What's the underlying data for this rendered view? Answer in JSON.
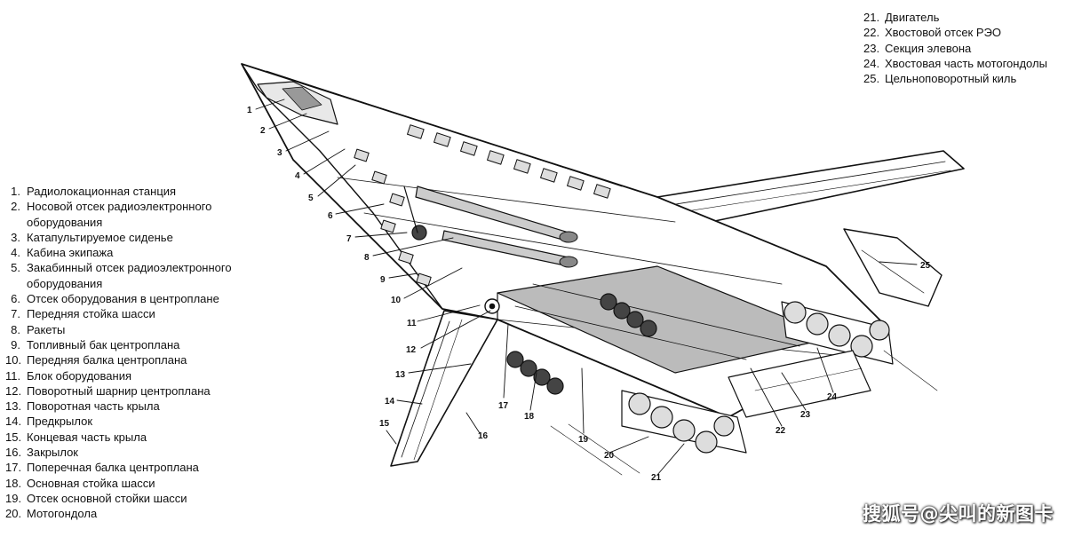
{
  "legend_left": [
    {
      "num": "1.",
      "text": "Радиолокационная станция"
    },
    {
      "num": "2.",
      "text": "Носовой отсек радиоэлектронного оборудования"
    },
    {
      "num": "3.",
      "text": "Катапультируемое сиденье"
    },
    {
      "num": "4.",
      "text": "Кабина экипажа"
    },
    {
      "num": "5.",
      "text": "Закабинный отсек радиоэлектронного оборудования"
    },
    {
      "num": "6.",
      "text": "Отсек оборудования в центроплане"
    },
    {
      "num": "7.",
      "text": "Передняя стойка шасси"
    },
    {
      "num": "8.",
      "text": "Ракеты"
    },
    {
      "num": "9.",
      "text": "Топливный бак центроплана"
    },
    {
      "num": "10.",
      "text": "Передняя балка центроплана"
    },
    {
      "num": "11.",
      "text": "Блок оборудования"
    },
    {
      "num": "12.",
      "text": "Поворотный шарнир центроплана"
    },
    {
      "num": "13.",
      "text": "Поворотная часть крыла"
    },
    {
      "num": "14.",
      "text": "Предкрылок"
    },
    {
      "num": "15.",
      "text": "Концевая часть крыла"
    },
    {
      "num": "16.",
      "text": "Закрылок"
    },
    {
      "num": "17.",
      "text": "Поперечная балка центроплана"
    },
    {
      "num": "18.",
      "text": "Основная стойка шасси"
    },
    {
      "num": "19.",
      "text": "Отсек основной стойки шасси"
    },
    {
      "num": "20.",
      "text": "Мотогондола"
    }
  ],
  "legend_right": [
    {
      "num": "21.",
      "text": "Двигатель"
    },
    {
      "num": "22.",
      "text": "Хвостовой отсек РЭО"
    },
    {
      "num": "23.",
      "text": "Секция элевона"
    },
    {
      "num": "24.",
      "text": "Хвостовая часть мотогондолы"
    },
    {
      "num": "25.",
      "text": "Цельноповоротный киль"
    }
  ],
  "callouts": [
    "1",
    "2",
    "3",
    "4",
    "5",
    "6",
    "7",
    "8",
    "9",
    "10",
    "11",
    "12",
    "13",
    "14",
    "15",
    "16",
    "17",
    "18",
    "19",
    "20",
    "21",
    "22",
    "23",
    "24",
    "25"
  ],
  "watermark": "搜狐号@尖叫的新图卡"
}
